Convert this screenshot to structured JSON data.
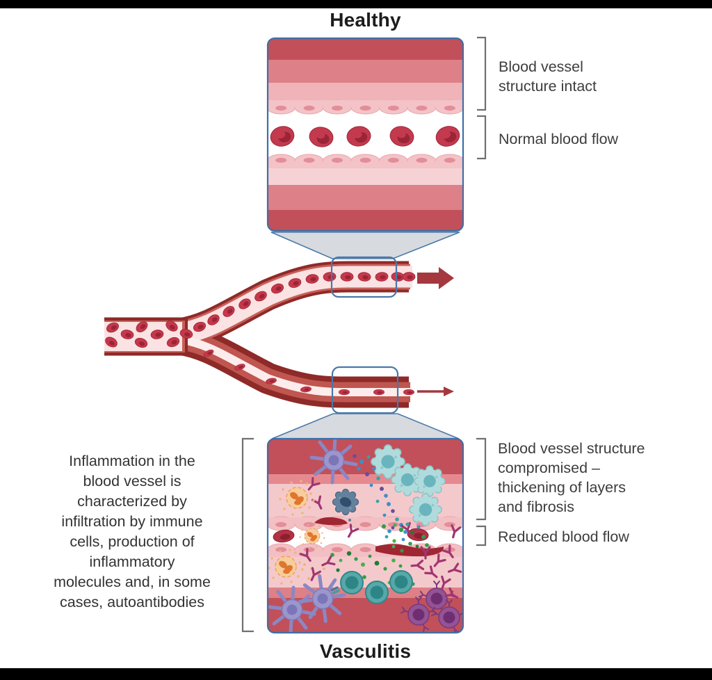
{
  "titles": {
    "healthy": "Healthy",
    "vasculitis": "Vasculitis"
  },
  "annotations": {
    "structure_intact": [
      "Blood vessel",
      "structure intact"
    ],
    "normal_flow": "Normal blood flow",
    "structure_compromised": [
      "Blood vessel structure",
      "compromised –",
      "thickening of layers",
      "and fibrosis"
    ],
    "reduced_flow": "Reduced blood flow",
    "inflammation": [
      "Inflammation in the",
      "blood vessel is",
      "characterized by",
      "infiltration by immune",
      "cells, production of",
      "inflammatory",
      "molecules and, in some",
      "cases, autoantibodies"
    ]
  },
  "palette": {
    "frame_black": "#000000",
    "callout_blue": "#4878aa",
    "bracket_gray": "#6f6f6f",
    "funnel_gray": "#d7dade",
    "vessel_wall_dark": "#8e2a28",
    "vessel_wall_light": "#c75f58",
    "vessel_lumen_pink": "#fbe2e3",
    "layer_dark_red": "#c1505a",
    "layer_medium_red": "#dd8087",
    "layer_light_pink": "#efb3b8",
    "layer_pale_pink": "#f6d2d5",
    "endothelium_pink": "#f4c3c7",
    "endothelium_nucleus": "#e28e98",
    "rbc_red": "#c33a4e",
    "rbc_dark": "#9b2437",
    "arrow_red": "#a4383e",
    "dendritic_purple": "#9b97cd",
    "lymphocyte_teal": "#b0dbdc",
    "t_cell_teal": "#57a9a9",
    "plasma_cell_purple": "#935394",
    "neutrophil_orange": "#f8cd9b",
    "macrophage_slate": "#63809c",
    "antibody_magenta": "#a2356f",
    "molecule_green": "#2f9f45",
    "molecule_blue": "#3f8fc8",
    "fibrin_dark_red": "#9f2732",
    "text_dark": "#333333"
  }
}
